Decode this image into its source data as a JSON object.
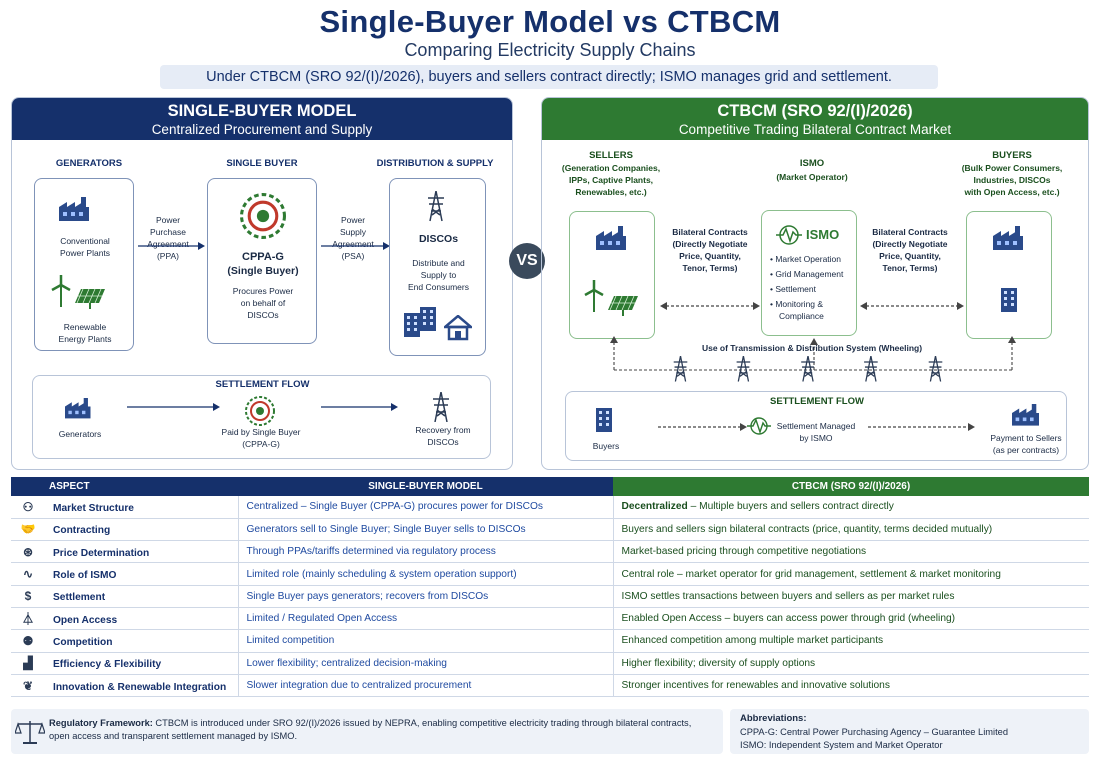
{
  "header": {
    "title": "Single-Buyer Model vs CTBCM",
    "subtitle": "Comparing Electricity Supply Chains",
    "banner": "Under CTBCM (SRO 92/(I)/2026), buyers and sellers contract directly; ISMO manages grid and settlement."
  },
  "colors": {
    "navy": "#15306b",
    "green": "#2e7a32",
    "vs_badge": "#3a4a5c"
  },
  "vs_label": "VS",
  "left_panel": {
    "title": "SINGLE-BUYER MODEL",
    "subtitle": "Centralized Procurement and Supply",
    "generators_heading": "GENERATORS",
    "single_buyer_heading": "SINGLE BUYER",
    "distribution_heading": "DISTRIBUTION & SUPPLY",
    "conventional": [
      "Conventional",
      "Power Plants"
    ],
    "renewable": [
      "Renewable",
      "Energy Plants"
    ],
    "ppa_label": [
      "Power",
      "Purchase",
      "Agreement",
      "(PPA)"
    ],
    "cppa_name": "CPPA-G",
    "cppa_role": "(Single Buyer)",
    "cppa_desc": [
      "Procures Power",
      "on behalf of",
      "DISCOs"
    ],
    "psa_label": [
      "Power",
      "Supply",
      "Agreement",
      "(PSA)"
    ],
    "discos_name": "DISCOs",
    "discos_desc": [
      "Distribute and",
      "Supply to",
      "End Consumers"
    ],
    "settlement": {
      "heading": "SETTLEMENT FLOW",
      "generators": "Generators",
      "paid_by": [
        "Paid by Single Buyer",
        "(CPPA-G)"
      ],
      "recovery": [
        "Recovery from",
        "DISCOs"
      ]
    }
  },
  "right_panel": {
    "title": "CTBCM (SRO 92/(I)/2026)",
    "subtitle": "Competitive Trading Bilateral Contract Market",
    "sellers_heading": "SELLERS",
    "sellers_desc": [
      "(Generation Companies,",
      "IPPs, Captive Plants,",
      "Renewables, etc.)"
    ],
    "ismo_heading": "ISMO",
    "ismo_desc": "(Market Operator)",
    "buyers_heading": "BUYERS",
    "buyers_desc": [
      "(Bulk Power Consumers,",
      "Industries, DISCOs",
      "with Open Access, etc.)"
    ],
    "bilateral_left": [
      "Bilateral Contracts",
      "(Directly Negotiate",
      "Price, Quantity,",
      "Tenor, Terms)"
    ],
    "bilateral_right": [
      "Bilateral Contracts",
      "(Directly Negotiate",
      "Price, Quantity,",
      "Tenor, Terms)"
    ],
    "ismo_logo_text": "ISMO",
    "ismo_functions": [
      "Market Operation",
      "Grid Management",
      "Settlement",
      "Monitoring &",
      "Compliance"
    ],
    "wheeling": "Use of Transmission & Distribution System (Wheeling)",
    "settlement": {
      "heading": "SETTLEMENT FLOW",
      "buyers": "Buyers",
      "managed": [
        "Settlement Managed",
        "by ISMO"
      ],
      "payment": [
        "Payment to Sellers",
        "(as per contracts)"
      ]
    }
  },
  "table": {
    "headers": [
      "ASPECT",
      "SINGLE-BUYER MODEL",
      "CTBCM (SRO 92/(I)/2026)"
    ],
    "rows": [
      {
        "icon": "org-structure-icon",
        "aspect": "Market Structure",
        "single": "Centralized – Single Buyer (CPPA-G) procures power for DISCOs",
        "ctbcm_bold": "Decentralized",
        "ctbcm": " – Multiple buyers and sellers contract directly"
      },
      {
        "icon": "handshake-icon",
        "aspect": "Contracting",
        "single": "Generators sell to Single Buyer; Single Buyer sells to DISCOs",
        "ctbcm_bold": "",
        "ctbcm": "Buyers and sellers sign bilateral contracts (price, quantity, terms decided mutually)"
      },
      {
        "icon": "price-tag-icon",
        "aspect": "Price Determination",
        "single": "Through PPAs/tariffs determined via regulatory process",
        "ctbcm_bold": "",
        "ctbcm": "Market-based pricing through competitive negotiations"
      },
      {
        "icon": "pulse-icon",
        "aspect": "Role of ISMO",
        "single": "Limited role (mainly scheduling & system operation support)",
        "ctbcm_bold": "",
        "ctbcm": "Central role – market operator for grid management, settlement & market monitoring"
      },
      {
        "icon": "dollar-icon",
        "aspect": "Settlement",
        "single": "Single Buyer pays generators; recovers from DISCOs",
        "ctbcm_bold": "",
        "ctbcm": "ISMO settles transactions between buyers and sellers as per market rules"
      },
      {
        "icon": "tower-icon",
        "aspect": "Open Access",
        "single": "Limited / Regulated Open Access",
        "ctbcm_bold": "",
        "ctbcm": "Enabled Open Access – buyers can access power through grid (wheeling)"
      },
      {
        "icon": "people-icon",
        "aspect": "Competition",
        "single": "Limited competition",
        "ctbcm_bold": "",
        "ctbcm": "Enhanced competition among multiple market participants"
      },
      {
        "icon": "growth-chart-icon",
        "aspect": "Efficiency & Flexibility",
        "single": "Lower flexibility; centralized decision-making",
        "ctbcm_bold": "",
        "ctbcm": "Higher flexibility; diversity of supply options"
      },
      {
        "icon": "leaf-icon",
        "aspect": "Innovation & Renewable Integration",
        "single": "Slower integration due to centralized procurement",
        "ctbcm_bold": "",
        "ctbcm": "Stronger incentives for renewables and innovative solutions"
      }
    ]
  },
  "footer": {
    "reg_label": "Regulatory Framework:",
    "reg_text": " CTBCM is introduced under SRO 92/(I)/2026 issued by NEPRA, enabling competitive electricity trading through bilateral contracts,",
    "reg_text2": "open access and transparent settlement managed by ISMO.",
    "abbr_heading": "Abbreviations:",
    "abbr1": "CPPA-G: Central Power Purchasing Agency – Guarantee Limited",
    "abbr2": "ISMO: Independent System and Market Operator"
  }
}
